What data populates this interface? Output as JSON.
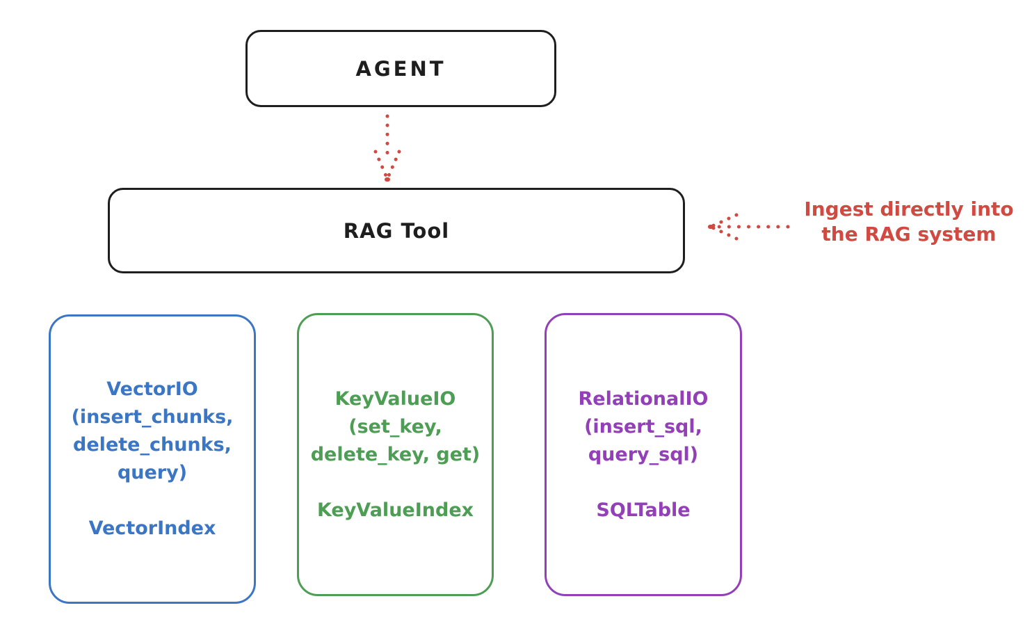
{
  "diagram": {
    "agent_box": {
      "label": "AGENT"
    },
    "rag_tool_box": {
      "label": "RAG Tool"
    },
    "annotation": {
      "line1": "Ingest directly into",
      "line2": "the RAG system"
    },
    "colors": {
      "stroke": "#1e1e1e",
      "red": "#d04a42",
      "blue": "#3b76c4",
      "green": "#4d9e54",
      "purple": "#9340b8"
    },
    "modules": [
      {
        "id": "vector-io",
        "color": "#3b76c4",
        "lines": [
          "VectorIO",
          "(insert_chunks,",
          "delete_chunks,",
          "query)"
        ],
        "index": "VectorIndex"
      },
      {
        "id": "keyvalue-io",
        "color": "#4d9e54",
        "lines": [
          "KeyValueIO",
          "(set_key,",
          "delete_key, get)"
        ],
        "index": "KeyValueIndex"
      },
      {
        "id": "relational-io",
        "color": "#9340b8",
        "lines": [
          "RelationalIO",
          "(insert_sql,",
          "query_sql)"
        ],
        "index": "SQLTable"
      }
    ]
  }
}
